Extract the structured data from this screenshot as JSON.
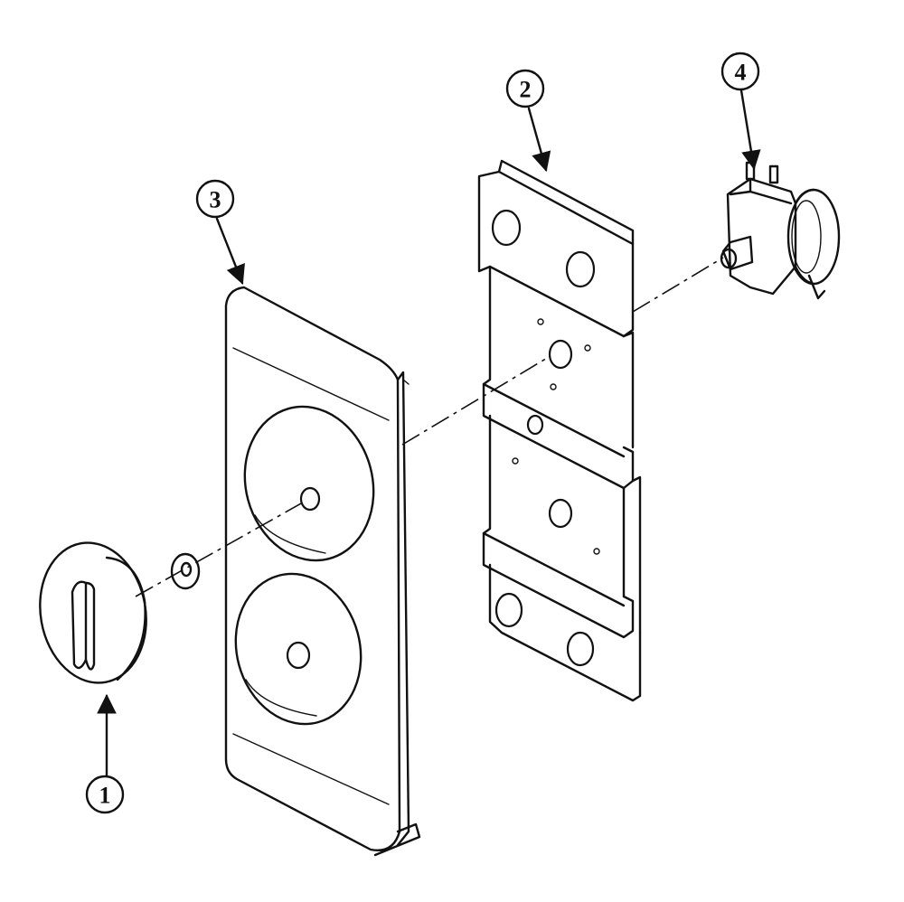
{
  "diagram": {
    "callouts": [
      {
        "id": "knob",
        "label": "1"
      },
      {
        "id": "bracket",
        "label": "2"
      },
      {
        "id": "panel",
        "label": "3"
      },
      {
        "id": "timer",
        "label": "4"
      }
    ]
  }
}
